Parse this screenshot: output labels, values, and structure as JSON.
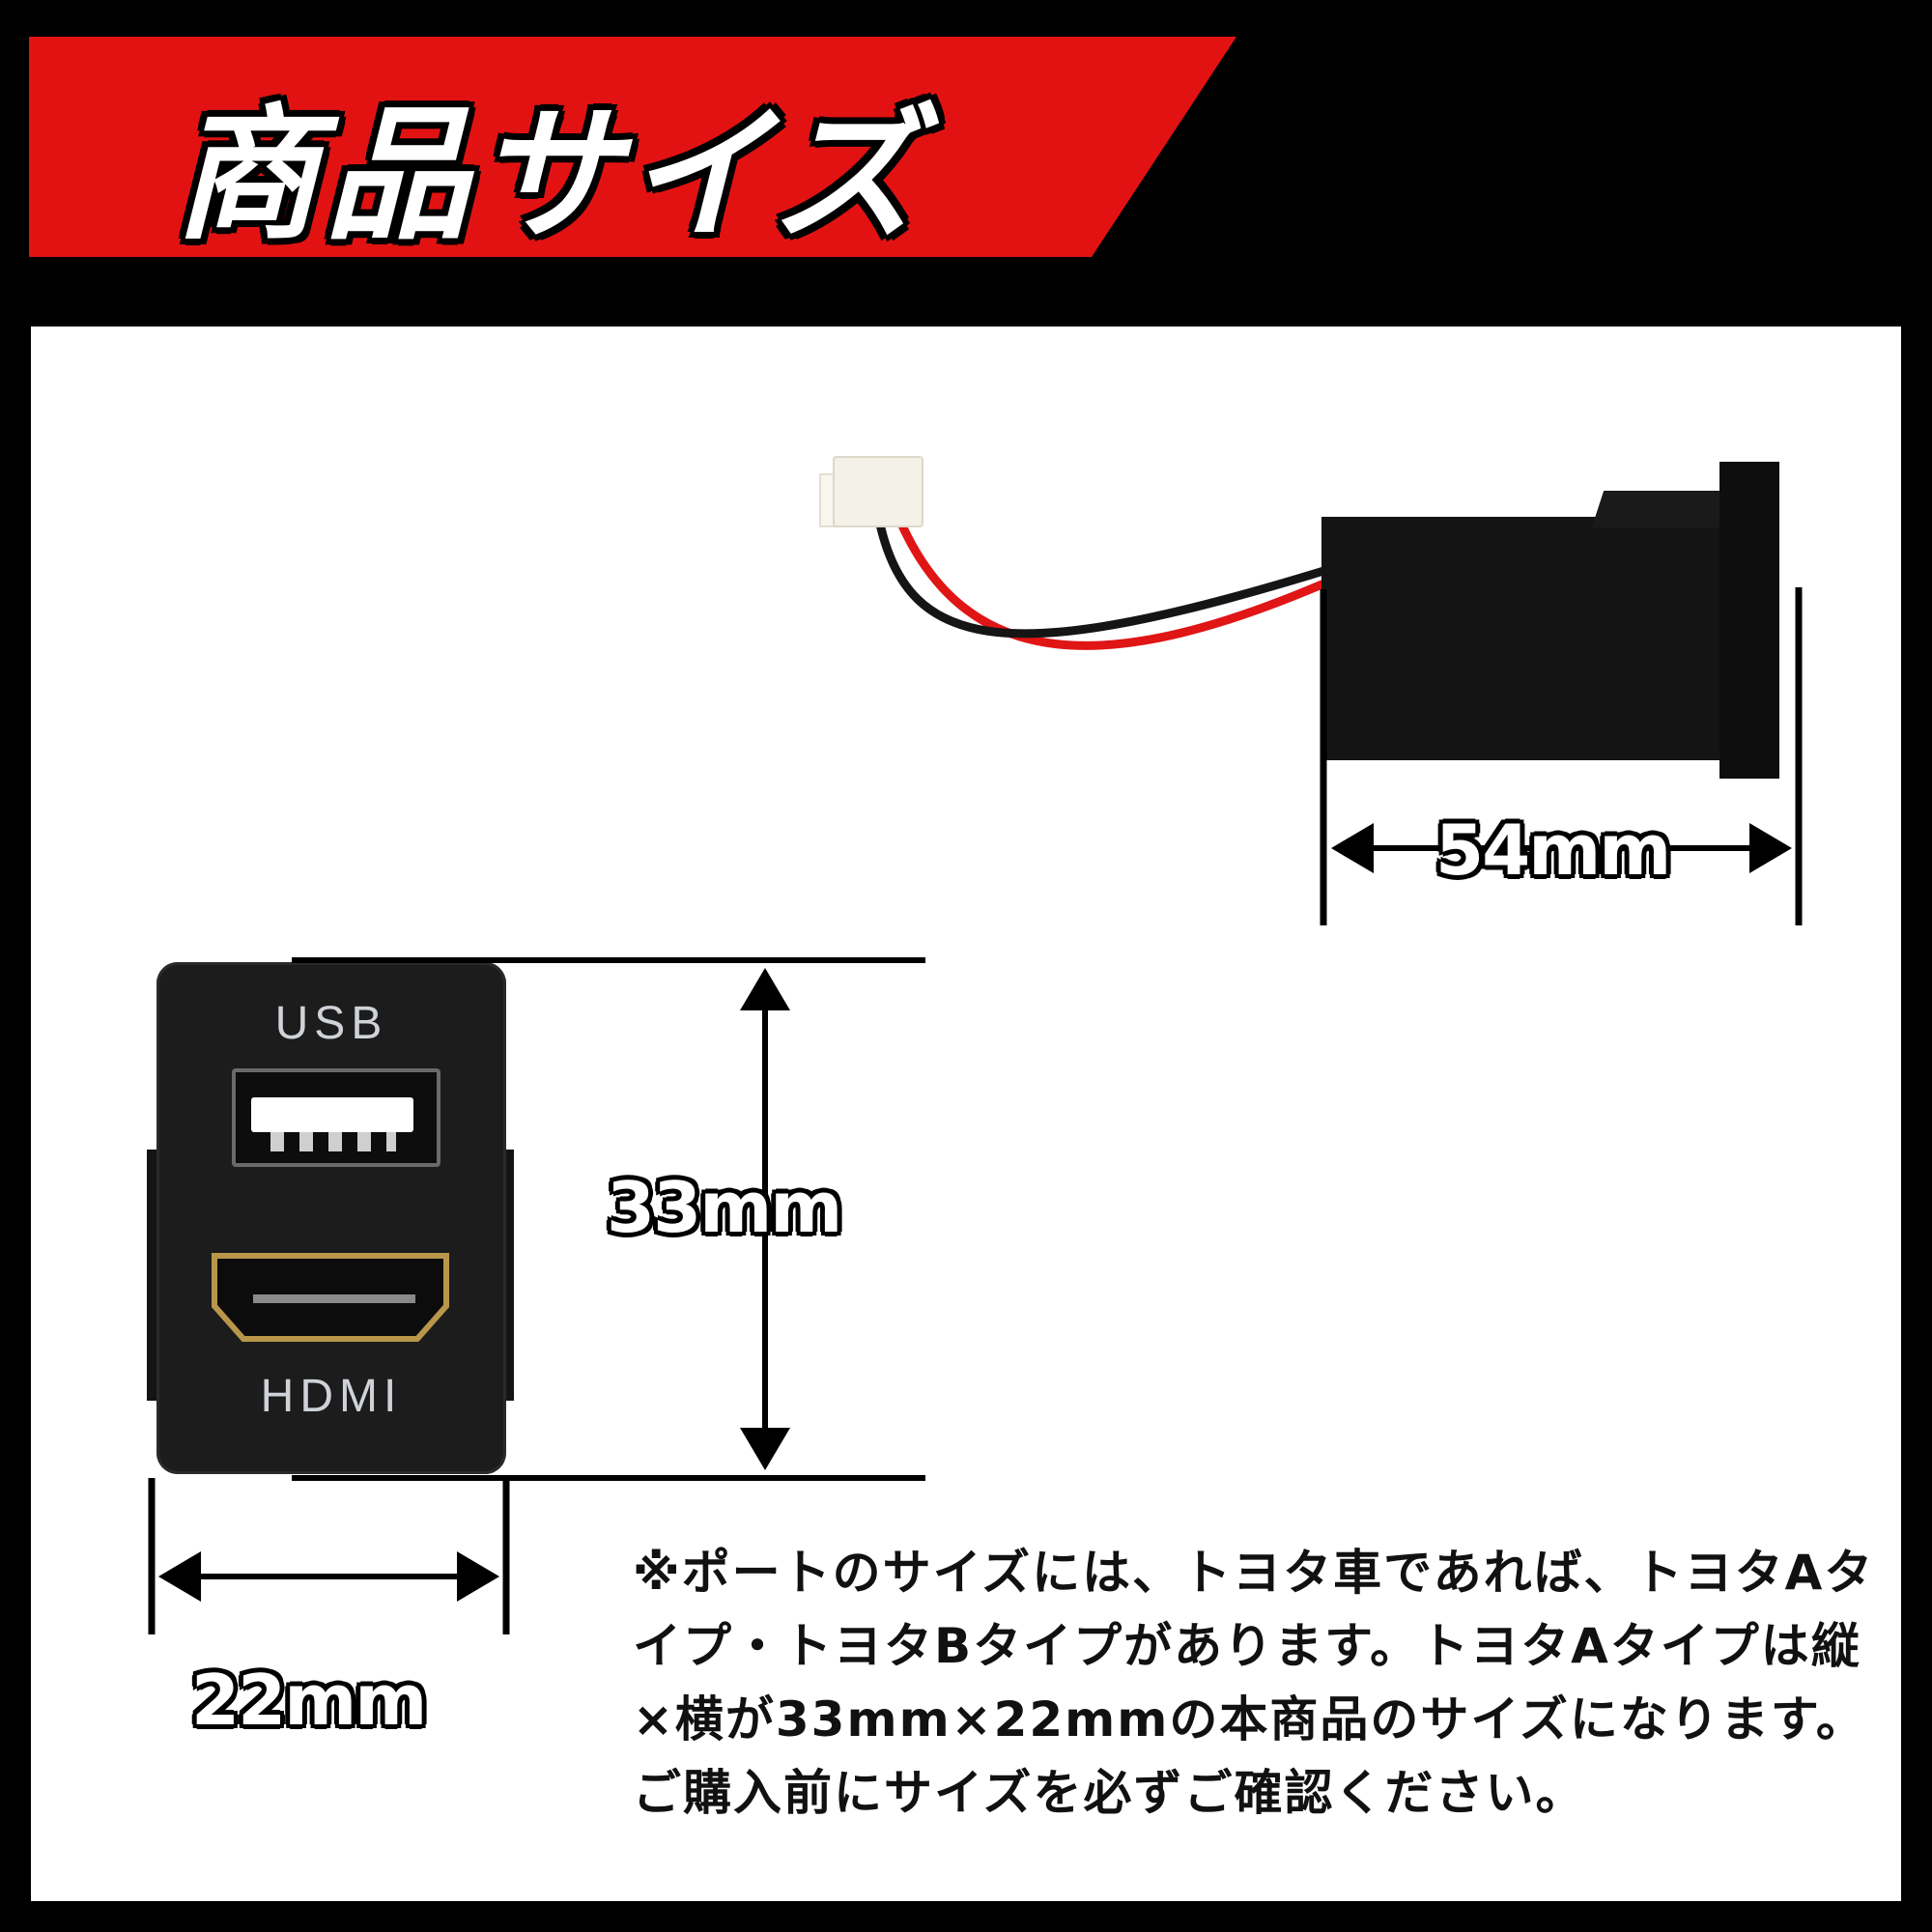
{
  "header": {
    "title": "商品サイズ"
  },
  "dimensions": {
    "depth": "54mm",
    "height": "33mm",
    "width": "22mm"
  },
  "front_view": {
    "usb_label": "USB",
    "hdmi_label": "HDMI"
  },
  "note": {
    "text": "※ポートのサイズには、トヨタ車であれば、トヨタAタイプ・トヨタBタイプがあります。トヨタAタイプは縦×横が33mm×22mmの本商品のサイズになります。ご購入前にサイズを必ずご確認ください。"
  },
  "colors": {
    "banner_red": "#e31212",
    "background": "#000000",
    "panel": "#ffffff"
  }
}
